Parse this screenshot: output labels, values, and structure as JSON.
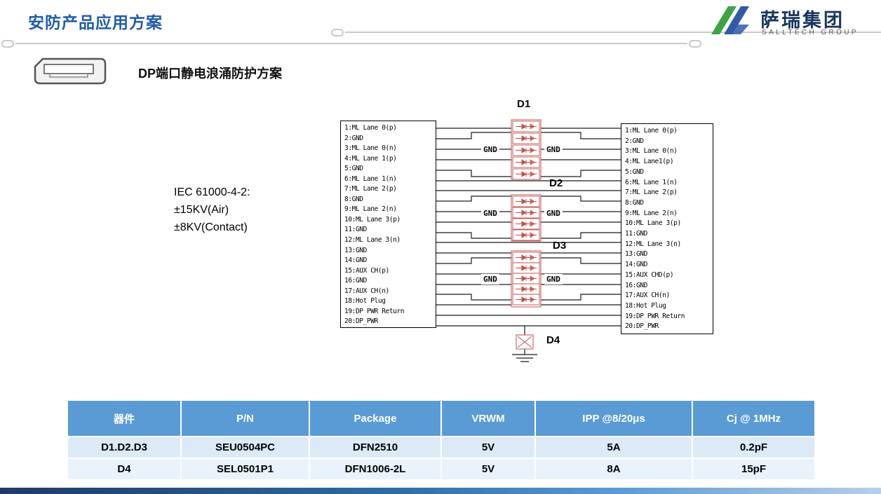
{
  "header": {
    "title": "安防产品应用方案",
    "brand": "萨瑞集团",
    "brand_sub": "SALLTECH GROUP"
  },
  "section": {
    "title": "DP端口静电浪涌防护方案"
  },
  "iec": {
    "lines": [
      "IEC 61000-4-2:",
      "±15KV(Air)",
      "±8KV(Contact)"
    ]
  },
  "diagram": {
    "gnd_label": "GND",
    "device_labels": {
      "d1": "D1",
      "d2": "D2",
      "d3": "D3",
      "d4": "D4"
    },
    "left_pins": [
      "1:ML Lane 0(p)",
      "2:GND",
      "3:ML Lane 0(n)",
      "4:ML Lane 1(p)",
      "5:GND",
      "6:ML Lane 1(n)",
      "7:ML Lane 2(p)",
      "8:GND",
      "9:ML Lane 2(n)",
      "10:ML Lane 3(p)",
      "11:GND",
      "12:ML Lane 3(n)",
      "13:GND",
      "14:GND",
      "15:AUX CH(p)",
      "16:GND",
      "17:AUX CH(n)",
      "18:Hot Plug",
      "19:DP PWR Return",
      "20:DP_PWR"
    ],
    "right_pins": [
      "1:ML Lane 0(p)",
      "2:GND",
      "3:ML Lane 0(n)",
      "4:ML Lane1(p)",
      "5:GND",
      "6:ML Lane 1(n)",
      "7:ML Lane 2(p)",
      "8:GND",
      "9:ML Lane 2(n)",
      "10:ML Lane 3(p)",
      "11:GND",
      "12:ML Lane 3(n)",
      "13:GND",
      "14:GND",
      "15:AUX CHD(p)",
      "16:GND",
      "17:AUX CH(n)",
      "18:Hot Plug",
      "19:DP PWR Return",
      "20:DP_PWR"
    ]
  },
  "table": {
    "headers": [
      "器件",
      "P/N",
      "Package",
      "VRWM",
      "IPP @8/20μs",
      "Cj @ 1MHz"
    ],
    "rows": [
      [
        "D1.D2.D3",
        "SEU0504PC",
        "DFN2510",
        "5V",
        "5A",
        "0.2pF"
      ],
      [
        "D4",
        "SEL0501P1",
        "DFN1006-2L",
        "5V",
        "8A",
        "15pF"
      ]
    ]
  },
  "colors": {
    "accent_blue": "#1F5CA8",
    "table_header_blue": "#5B9BD5",
    "row_light_blue": "#DCE9F7",
    "row_lighter_blue": "#EAF2FB",
    "device_red": "#C0504D",
    "logo_green": "#3FA344",
    "logo_blue": "#2F5BA7"
  }
}
